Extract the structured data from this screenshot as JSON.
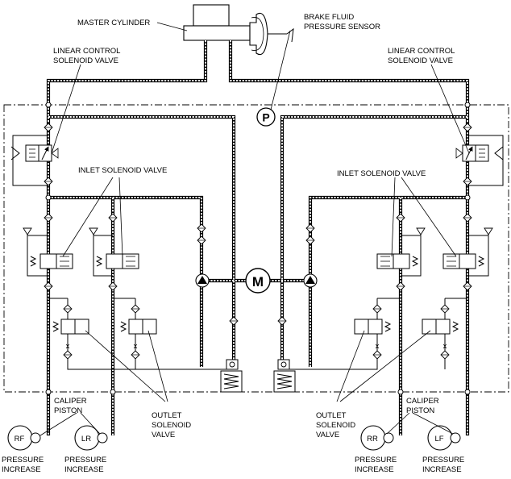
{
  "labels": {
    "master_cylinder": "MASTER CYLINDER",
    "sensor_line1": "BRAKE FLUID",
    "sensor_line2": "PRESSURE SENSOR",
    "linear_left_line1": "LINEAR CONTROL",
    "linear_left_line2": "SOLENOID VALVE",
    "linear_right_line1": "LINEAR CONTROL",
    "linear_right_line2": "SOLENOID VALVE",
    "inlet_left": "INLET SOLENOID VALVE",
    "inlet_right": "INLET SOLENOID VALVE",
    "outlet_left_line1": "OUTLET",
    "outlet_left_line2": "SOLENOID",
    "outlet_left_line3": "VALVE",
    "outlet_right_line1": "OUTLET",
    "outlet_right_line2": "SOLENOID",
    "outlet_right_line3": "VALVE",
    "caliper_left_line1": "CALIPER",
    "caliper_left_line2": "PISTON",
    "caliper_right_line1": "CALIPER",
    "caliper_right_line2": "PISTON",
    "pressure_line1": "PRESSURE",
    "pressure_line2": "INCREASE",
    "sensor_symbol": "P",
    "motor_symbol": "M"
  },
  "wheels": {
    "rf": "RF",
    "lr": "LR",
    "rr": "RR",
    "lf": "LF"
  }
}
